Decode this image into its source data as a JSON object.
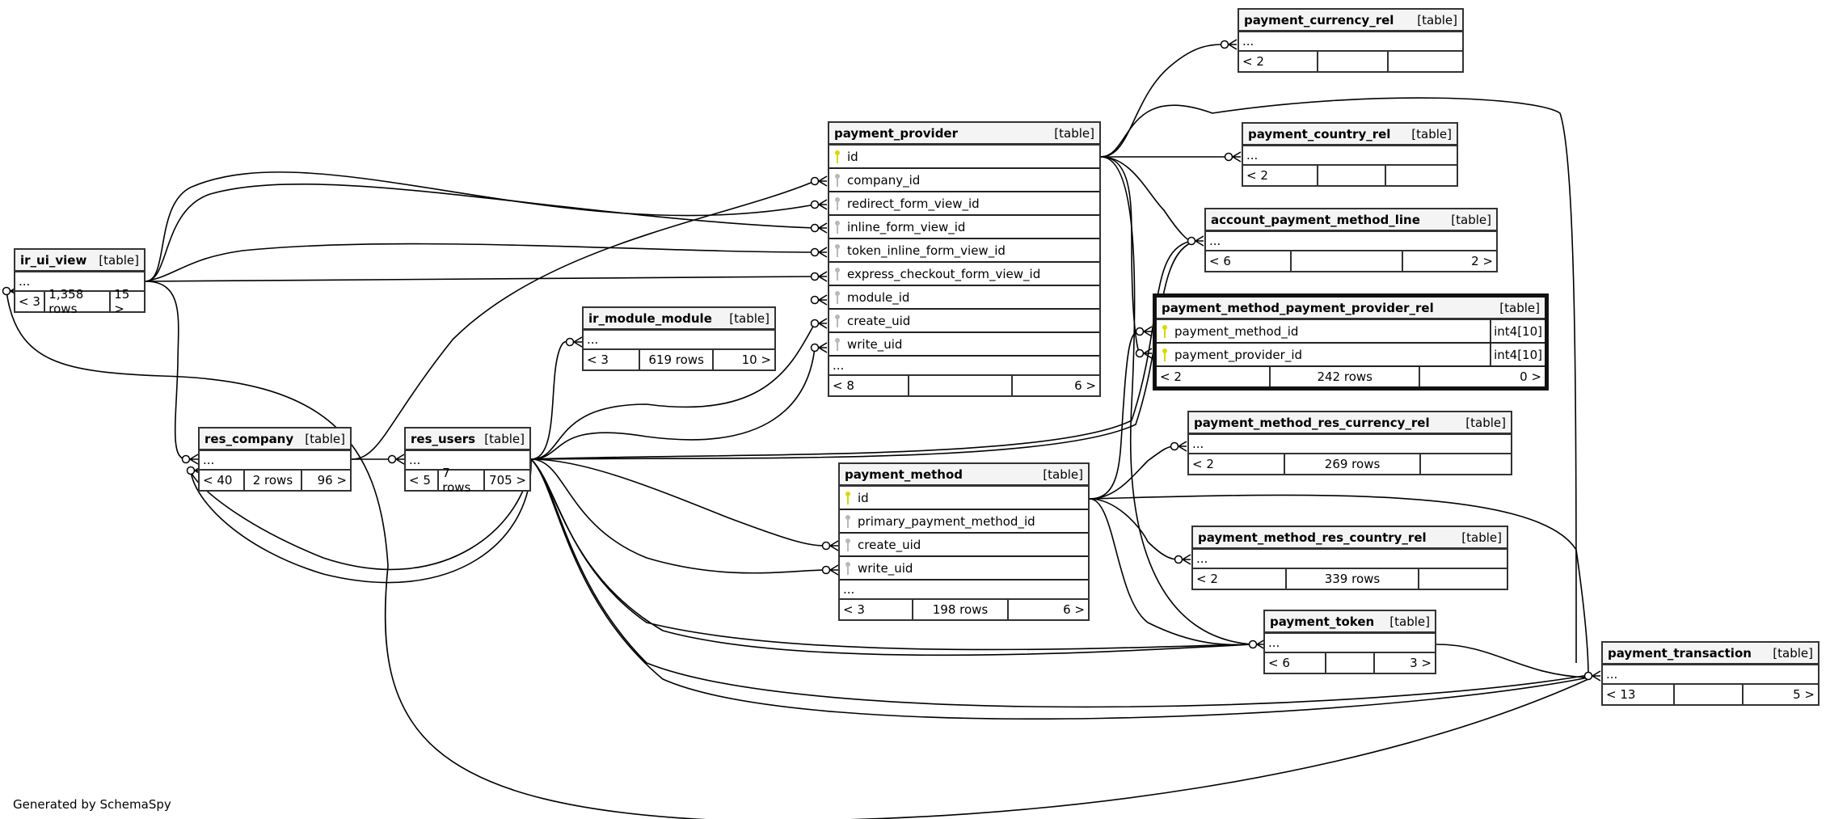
{
  "tables": {
    "ir_ui_view": {
      "name": "ir_ui_view",
      "kind": "[table]",
      "ellipsis": "...",
      "parents": "< 3",
      "rows": "1,358 rows",
      "children": "15 >"
    },
    "res_company": {
      "name": "res_company",
      "kind": "[table]",
      "ellipsis": "...",
      "parents": "< 40",
      "rows": "2 rows",
      "children": "96 >"
    },
    "res_users": {
      "name": "res_users",
      "kind": "[table]",
      "ellipsis": "...",
      "parents": "< 5",
      "rows": "7 rows",
      "children": "705 >"
    },
    "ir_module_module": {
      "name": "ir_module_module",
      "kind": "[table]",
      "ellipsis": "...",
      "parents": "< 3",
      "rows": "619 rows",
      "children": "10 >"
    },
    "payment_provider": {
      "name": "payment_provider",
      "kind": "[table]",
      "columns": [
        {
          "name": "id",
          "key": "pk"
        },
        {
          "name": "company_id",
          "key": "fk"
        },
        {
          "name": "redirect_form_view_id",
          "key": "fk"
        },
        {
          "name": "inline_form_view_id",
          "key": "fk"
        },
        {
          "name": "token_inline_form_view_id",
          "key": "fk"
        },
        {
          "name": "express_checkout_form_view_id",
          "key": "fk"
        },
        {
          "name": "module_id",
          "key": "fk"
        },
        {
          "name": "create_uid",
          "key": "fk"
        },
        {
          "name": "write_uid",
          "key": "fk"
        }
      ],
      "ellipsis": "...",
      "parents": "< 8",
      "rows": "",
      "children": "6 >"
    },
    "payment_method": {
      "name": "payment_method",
      "kind": "[table]",
      "columns": [
        {
          "name": "id",
          "key": "pk"
        },
        {
          "name": "primary_payment_method_id",
          "key": "fk"
        },
        {
          "name": "create_uid",
          "key": "fk"
        },
        {
          "name": "write_uid",
          "key": "fk"
        }
      ],
      "ellipsis": "...",
      "parents": "< 3",
      "rows": "198 rows",
      "children": "6 >"
    },
    "payment_currency_rel": {
      "name": "payment_currency_rel",
      "kind": "[table]",
      "ellipsis": "...",
      "parents": "< 2",
      "rows": "",
      "children": ""
    },
    "payment_country_rel": {
      "name": "payment_country_rel",
      "kind": "[table]",
      "ellipsis": "...",
      "parents": "< 2",
      "rows": "",
      "children": ""
    },
    "account_payment_method_line": {
      "name": "account_payment_method_line",
      "kind": "[table]",
      "ellipsis": "...",
      "parents": "< 6",
      "rows": "",
      "children": "2 >"
    },
    "payment_method_payment_provider_rel": {
      "name": "payment_method_payment_provider_rel",
      "kind": "[table]",
      "columns": [
        {
          "name": "payment_method_id",
          "key": "pk",
          "type": "int4[10]"
        },
        {
          "name": "payment_provider_id",
          "key": "pk",
          "type": "int4[10]"
        }
      ],
      "parents": "< 2",
      "rows": "242 rows",
      "children": "0 >"
    },
    "payment_method_res_currency_rel": {
      "name": "payment_method_res_currency_rel",
      "kind": "[table]",
      "ellipsis": "...",
      "parents": "< 2",
      "rows": "269 rows",
      "children": ""
    },
    "payment_method_res_country_rel": {
      "name": "payment_method_res_country_rel",
      "kind": "[table]",
      "ellipsis": "...",
      "parents": "< 2",
      "rows": "339 rows",
      "children": ""
    },
    "payment_token": {
      "name": "payment_token",
      "kind": "[table]",
      "ellipsis": "...",
      "parents": "< 6",
      "rows": "",
      "children": "3 >"
    },
    "payment_transaction": {
      "name": "payment_transaction",
      "kind": "[table]",
      "ellipsis": "...",
      "parents": "< 13",
      "rows": "",
      "children": "5 >"
    }
  },
  "relationships": [
    {
      "from": "ir_ui_view",
      "to": "payment_provider.redirect_form_view_id"
    },
    {
      "from": "ir_ui_view",
      "to": "payment_provider.inline_form_view_id"
    },
    {
      "from": "ir_ui_view",
      "to": "payment_provider.token_inline_form_view_id"
    },
    {
      "from": "ir_ui_view",
      "to": "payment_provider.express_checkout_form_view_id"
    },
    {
      "from": "ir_ui_view",
      "to": "res_company"
    },
    {
      "from": "res_company",
      "to": "payment_provider.company_id"
    },
    {
      "from": "res_company",
      "to": "res_users"
    },
    {
      "from": "res_users",
      "to": "payment_provider.create_uid"
    },
    {
      "from": "res_users",
      "to": "payment_provider.write_uid"
    },
    {
      "from": "res_users",
      "to": "payment_method.create_uid"
    },
    {
      "from": "res_users",
      "to": "payment_method.write_uid"
    },
    {
      "from": "res_users",
      "to": "ir_module_module"
    },
    {
      "from": "res_users",
      "to": "payment_token"
    },
    {
      "from": "res_users",
      "to": "payment_transaction"
    },
    {
      "from": "res_users",
      "to": "account_payment_method_line"
    },
    {
      "from": "ir_module_module",
      "to": "payment_provider.module_id"
    },
    {
      "from": "payment_provider",
      "to": "payment_currency_rel"
    },
    {
      "from": "payment_provider",
      "to": "payment_country_rel"
    },
    {
      "from": "payment_provider",
      "to": "account_payment_method_line"
    },
    {
      "from": "payment_provider",
      "to": "payment_method_payment_provider_rel.payment_provider_id"
    },
    {
      "from": "payment_provider",
      "to": "payment_token"
    },
    {
      "from": "payment_provider",
      "to": "payment_transaction"
    },
    {
      "from": "payment_method",
      "to": "payment_method_payment_provider_rel.payment_method_id"
    },
    {
      "from": "payment_method",
      "to": "payment_method_res_currency_rel"
    },
    {
      "from": "payment_method",
      "to": "payment_method_res_country_rel"
    },
    {
      "from": "payment_method",
      "to": "payment_token"
    },
    {
      "from": "payment_method",
      "to": "payment_transaction"
    },
    {
      "from": "payment_token",
      "to": "payment_transaction"
    }
  ],
  "footer": {
    "text": "Generated by SchemaSpy"
  },
  "colors": {
    "primary_key": "#d8d800",
    "foreign_key": "#b8b8b8",
    "header_bg": "#f4f4f4",
    "border": "#333333"
  }
}
